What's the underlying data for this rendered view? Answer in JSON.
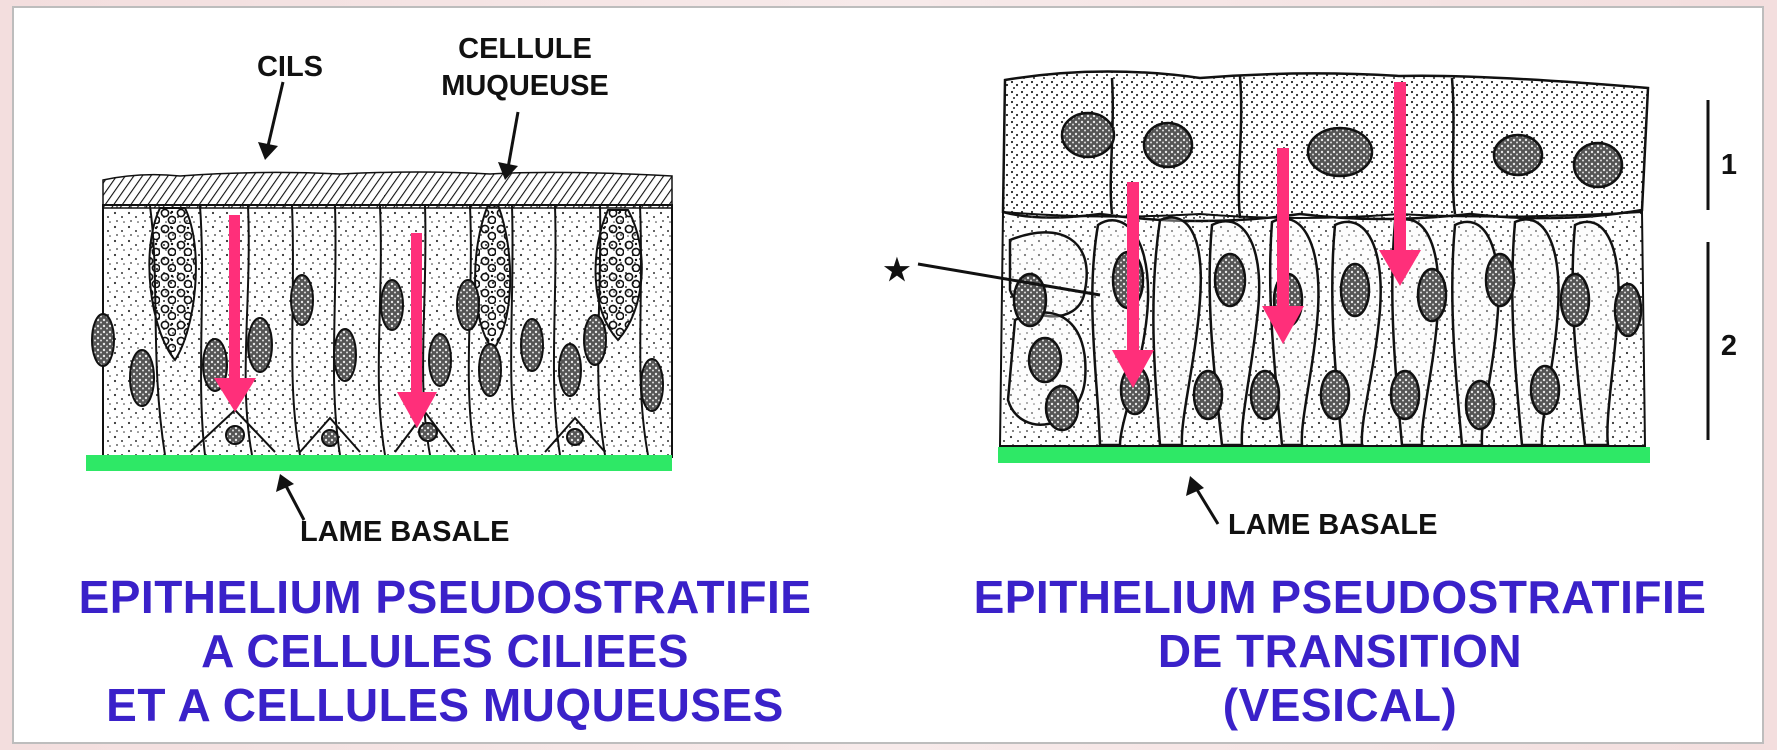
{
  "left_panel": {
    "label_cilia": "CILS",
    "label_mucous_line1": "CELLULE",
    "label_mucous_line2": "MUQUEUSE",
    "label_basal": "LAME BASALE",
    "caption_line1": "EPITHELIUM PSEUDOSTRATIFIE",
    "caption_line2": "A CELLULES CILIEES",
    "caption_line3": "ET A CELLULES MUQUEUSES"
  },
  "right_panel": {
    "label_star": "★",
    "label_layer1": "1",
    "label_layer2": "2",
    "label_basal": "LAME BASALE",
    "caption_line1": "EPITHELIUM  PSEUDOSTRATIFIE",
    "caption_line2": "DE  TRANSITION",
    "caption_line3": "(VESICAL)"
  },
  "colors": {
    "arrow_pink": "#ff2f7a",
    "basal_green": "#2ee866",
    "caption_blue": "#3a21c9"
  }
}
